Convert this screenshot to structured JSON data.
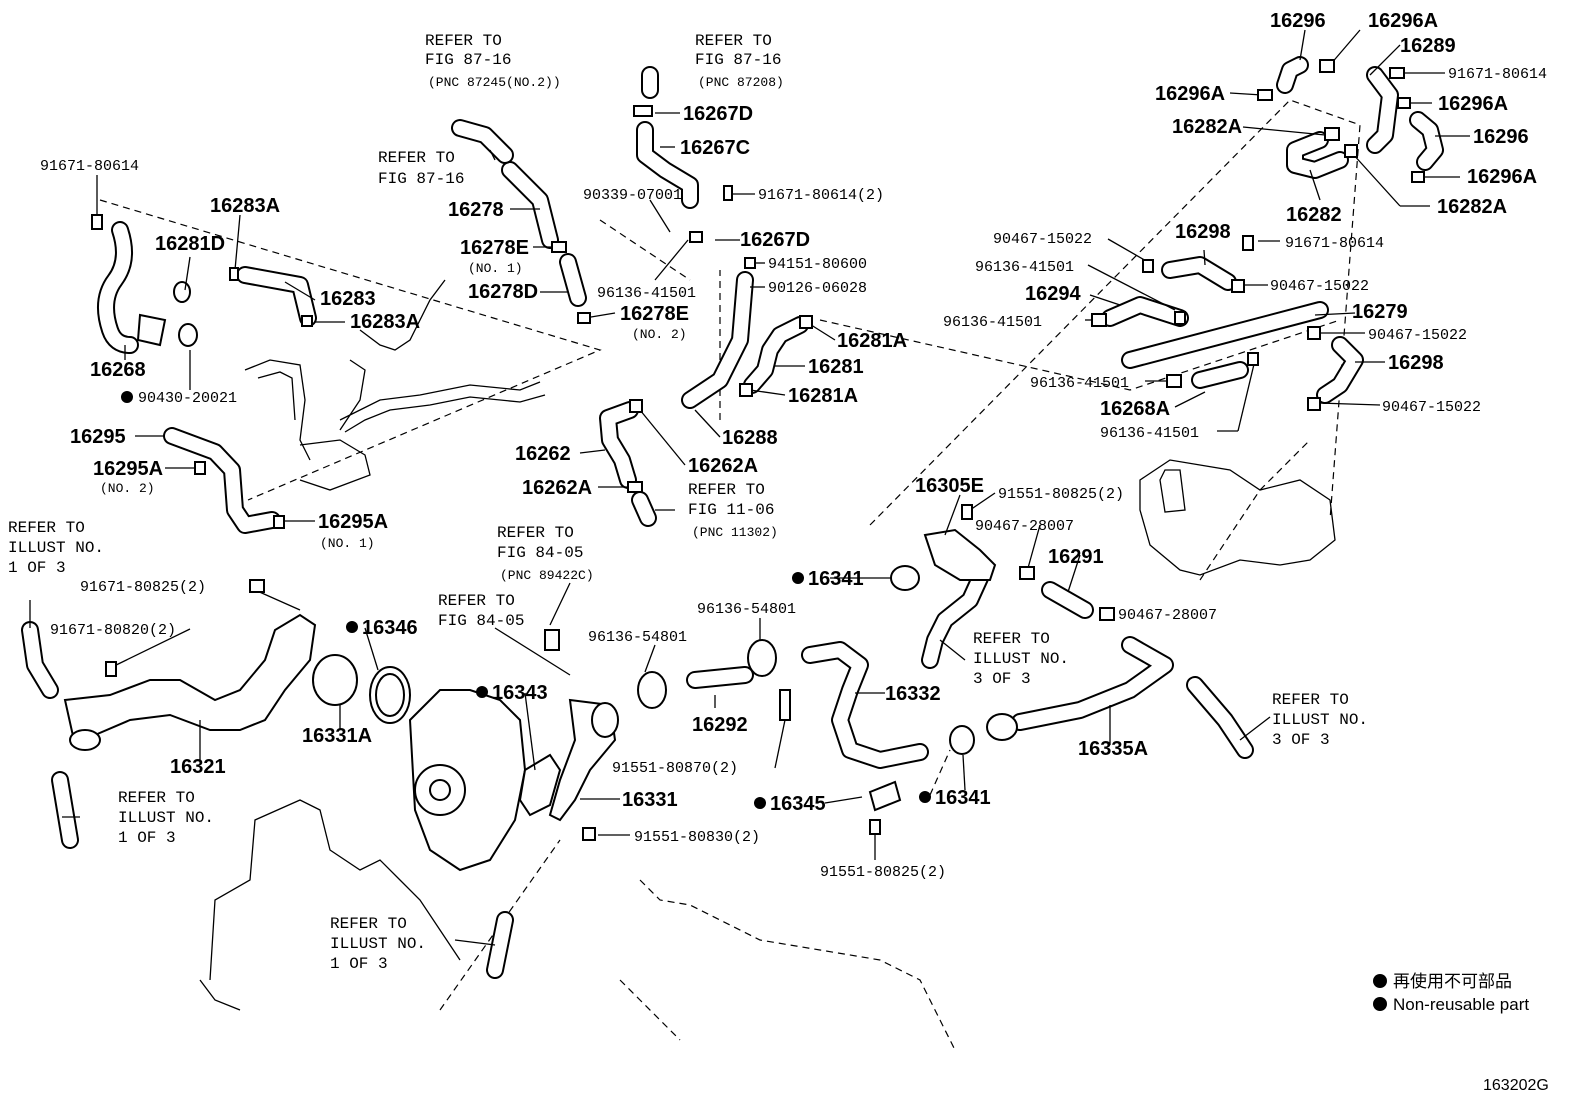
{
  "labels": {
    "l16296": "16296",
    "l16296A_top": "16296A",
    "l16289": "16289",
    "l91671_80614_tr": "91671-80614",
    "l16296A_left": "16296A",
    "l16296A_right": "16296A",
    "l16282A_left": "16282A",
    "l16296_right": "16296",
    "l16296A_right2": "16296A",
    "l16282": "16282",
    "l16282A_right": "16282A",
    "l90467_15022_a": "90467-15022",
    "l16298_top": "16298",
    "l91671_80614_mid": "91671-80614",
    "l96136_41501_a": "96136-41501",
    "l90467_15022_b": "90467-15022",
    "l16294": "16294",
    "l96136_41501_b": "96136-41501",
    "l16279": "16279",
    "l90467_15022_c": "90467-15022",
    "l16298_right": "16298",
    "l96136_41501_c": "96136-41501",
    "l16268A": "16268A",
    "l90467_15022_d": "90467-15022",
    "l96136_41501_d": "96136-41501",
    "l91671_80614_tl": "91671-80614",
    "l16283A_top": "16283A",
    "l16281D": "16281D",
    "l16283": "16283",
    "l16283A_bot": "16283A",
    "l16268": "16268",
    "l90430_20021": "90430-20021",
    "l16295": "16295",
    "l16295A_a": "16295A",
    "l16295A_a_sub": "(NO. 2)",
    "l16295A_b": "16295A",
    "l16295A_b_sub": "(NO. 1)",
    "l16267D_top": "16267D",
    "l16267C": "16267C",
    "l90339_07001": "90339-07001",
    "l91671_80614_2": "91671-80614(2)",
    "l16278": "16278",
    "l16267D_bot": "16267D",
    "l16278E_a": "16278E",
    "l16278E_a_sub": "(NO. 1)",
    "l94151_80600": "94151-80600",
    "l16278D": "16278D",
    "l96136_41501_e": "96136-41501",
    "l90126_06028": "90126-06028",
    "l16278E_b": "16278E",
    "l16278E_b_sub": "(NO. 2)",
    "l16281A_a": "16281A",
    "l16281": "16281",
    "l16281A_b": "16281A",
    "l16288": "16288",
    "l16262": "16262",
    "l16262A_a": "16262A",
    "l16262A_b": "16262A",
    "l16305E": "16305E",
    "l91551_80825_a": "91551-80825(2)",
    "l90467_28007_a": "90467-28007",
    "l16291": "16291",
    "l16341_a": "16341",
    "l90467_28007_b": "90467-28007",
    "l96136_54801_a": "96136-54801",
    "l96136_54801_b": "96136-54801",
    "l91671_80825": "91671-80825(2)",
    "l91671_80820": "91671-80820(2)",
    "l16346": "16346",
    "l16343": "16343",
    "l16292": "16292",
    "l16332": "16332",
    "l16331A": "16331A",
    "l16321": "16321",
    "l91551_80870": "91551-80870(2)",
    "l16331": "16331",
    "l16345": "16345",
    "l16341_b": "16341",
    "l16335A": "16335A",
    "l91551_80830": "91551-80830(2)",
    "l91551_80825_b": "91551-80825(2)"
  },
  "refs": {
    "r1": [
      "REFER TO",
      "FIG 87-16",
      "(PNC 87245(NO.2))"
    ],
    "r2": [
      "REFER TO",
      "FIG 87-16",
      "(PNC 87208)"
    ],
    "r3": [
      "REFER TO",
      "FIG 87-16"
    ],
    "r4": [
      "REFER TO",
      "FIG 11-06",
      "(PNC 11302)"
    ],
    "r5": [
      "REFER TO",
      "ILLUST NO.",
      "1 OF 3"
    ],
    "r6": [
      "REFER TO",
      "FIG 84-05",
      "(PNC 89422C)"
    ],
    "r7": [
      "REFER TO",
      "FIG 84-05"
    ],
    "r8": [
      "REFER TO",
      "ILLUST NO.",
      "3 OF 3"
    ],
    "r9": [
      "REFER TO",
      "ILLUST NO.",
      "3 OF 3"
    ],
    "r10": [
      "REFER TO",
      "ILLUST NO.",
      "1 OF 3"
    ],
    "r11": [
      "REFER TO",
      "ILLUST NO.",
      "1 OF 3"
    ]
  },
  "legend": {
    "line1": "再使用不可部品",
    "line2": "Non-reusable part"
  },
  "diagram_code": "163202G"
}
